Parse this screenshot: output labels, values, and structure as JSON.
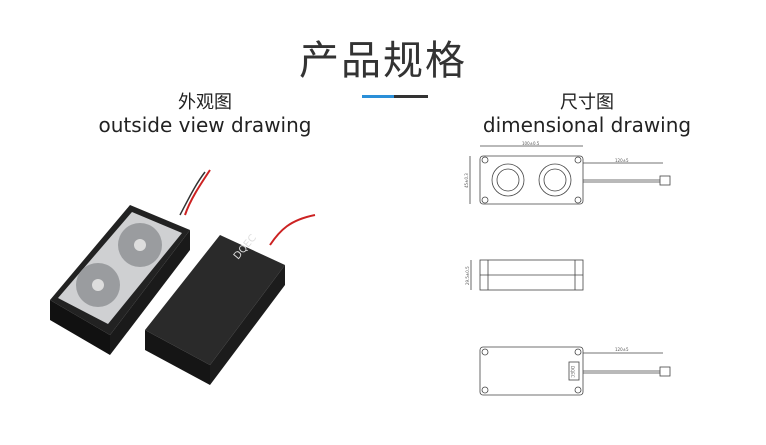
{
  "title": "产品规格",
  "outside_view": {
    "title_cn": "外观图",
    "title_en": "outside view drawing",
    "brand_print": "DQEC"
  },
  "dimensional": {
    "title_cn": "尺寸图",
    "title_en": "dimensional drawing",
    "labels": {
      "length": "100±0.5",
      "width": "45±0.3",
      "cable": "120±5",
      "height": "29.5±0.5",
      "cable_bottom": "120±5"
    },
    "brand_print": "DQEC"
  },
  "colors": {
    "accent": "#2a8fd8",
    "dark": "#333333"
  }
}
